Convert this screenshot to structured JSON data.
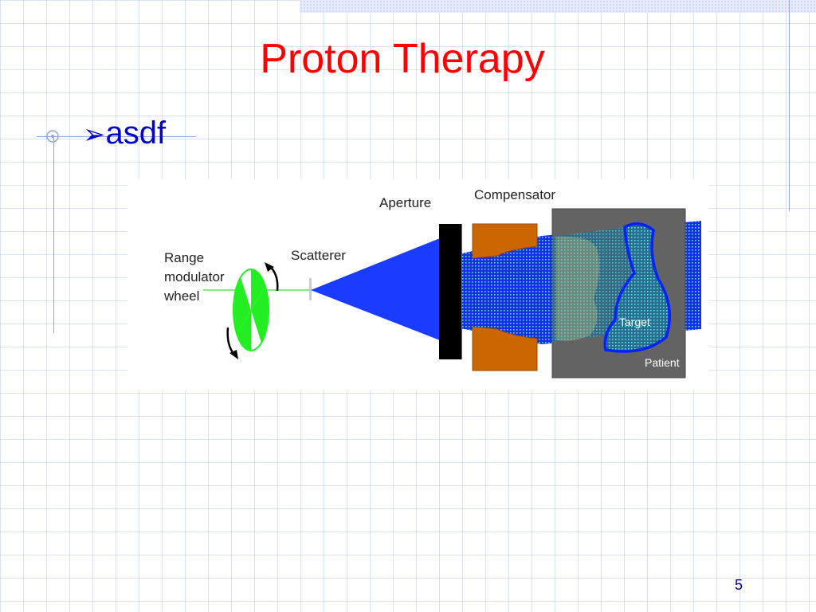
{
  "slide": {
    "title": "Proton Therapy",
    "bullet_text": "asdf",
    "bullet_symbol": "➢",
    "page_number": "5",
    "colors": {
      "title": "#ff0000",
      "bullet": "#0000cc",
      "page_number": "#000099",
      "beam": "#1a3cff",
      "wheel": "#22ee22",
      "compensator": "#cc6600",
      "patient": "#636363",
      "target_outline": "#0022ff"
    }
  },
  "diagram": {
    "labels": {
      "range_modulator": [
        "Range",
        "modulator",
        "wheel"
      ],
      "scatterer": "Scatterer",
      "aperture": "Aperture",
      "compensator": "Compensator",
      "target": "Target",
      "patient": "Patient"
    }
  }
}
